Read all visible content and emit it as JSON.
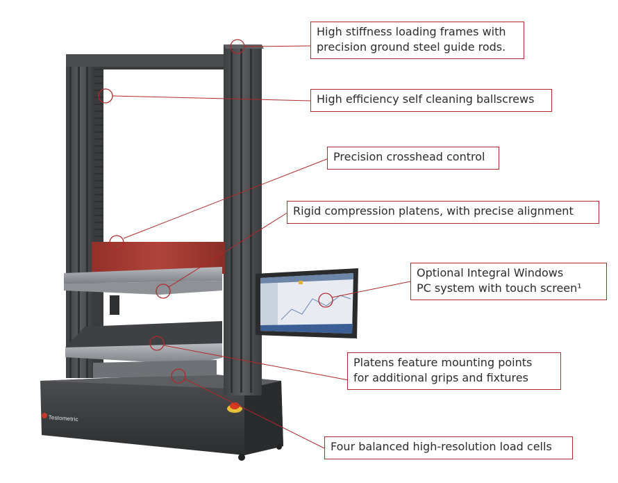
{
  "colors": {
    "accent": "#b0282a",
    "frame": "#4a4b4d",
    "platen": "#9a9ea2",
    "highlight_red": "#a8352b",
    "emergency_stop": "#d93a1f"
  },
  "callouts": {
    "frames": {
      "line1": "High stiffness loading frames with",
      "line2": "precision ground steel guide rods."
    },
    "ballscrews": {
      "line1": "High efficiency self cleaning ballscrews"
    },
    "crosshead": {
      "line1": "Precision crosshead control"
    },
    "platens": {
      "line1": "Rigid compression platens, with precise alignment"
    },
    "pc": {
      "line1": "Optional Integral Windows",
      "line2": "PC system with touch screen¹"
    },
    "mounting": {
      "line1": "Platens feature mounting points",
      "line2": "for additional grips and fixtures"
    },
    "loadcells": {
      "line1": "Four balanced high-resolution load cells"
    }
  },
  "machine": {
    "brand_logo": "Testometric"
  }
}
